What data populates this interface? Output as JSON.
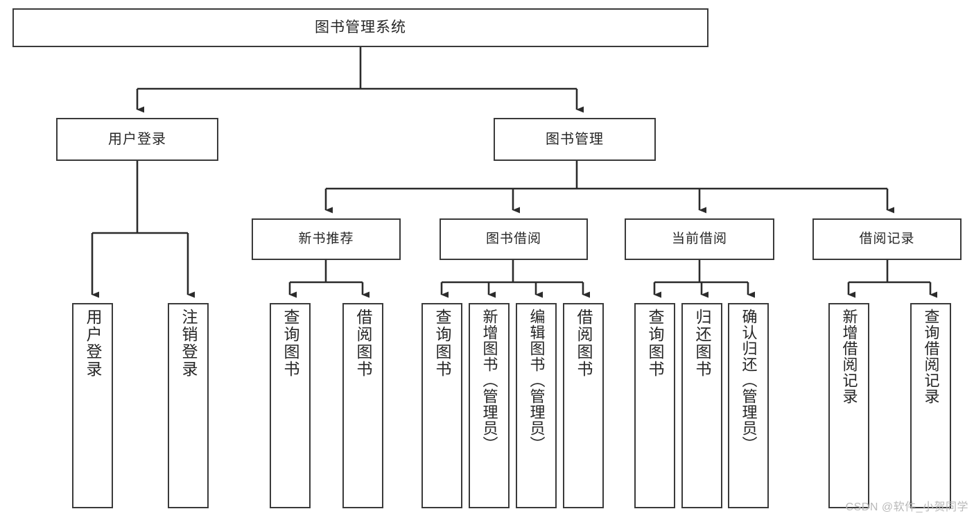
{
  "diagram": {
    "type": "tree",
    "title": "图书管理系统",
    "orientation": "top-down",
    "colors": {
      "background": "#ffffff",
      "box_border": "#3a3a3a",
      "box_fill": "#ffffff",
      "connector": "#2b2b2b",
      "text": "#262626",
      "watermark": "#b9b9b9"
    }
  },
  "root": {
    "label": "图书管理系统"
  },
  "level1": [
    {
      "label": "用户登录"
    },
    {
      "label": "图书管理"
    }
  ],
  "level2": [
    {
      "label": "新书推荐"
    },
    {
      "label": "图书借阅"
    },
    {
      "label": "当前借阅"
    },
    {
      "label": "借阅记录"
    }
  ],
  "leaves": {
    "user_login": [
      {
        "label": "用户登录"
      },
      {
        "label": "注销登录"
      }
    ],
    "new_book_recommend": [
      {
        "label": "查询图书"
      },
      {
        "label": "借阅图书"
      }
    ],
    "book_borrow": [
      {
        "label": "查询图书"
      },
      {
        "label": "新增图书（管理员）"
      },
      {
        "label": "编辑图书（管理员）"
      },
      {
        "label": "借阅图书"
      }
    ],
    "current_borrow": [
      {
        "label": "查询图书"
      },
      {
        "label": "归还图书"
      },
      {
        "label": "确认归还（管理员）"
      }
    ],
    "borrow_record": [
      {
        "label": "新增借阅记录"
      },
      {
        "label": "查询借阅记录"
      }
    ]
  },
  "watermark": {
    "text": "CSDN @软件_小贺同学"
  }
}
